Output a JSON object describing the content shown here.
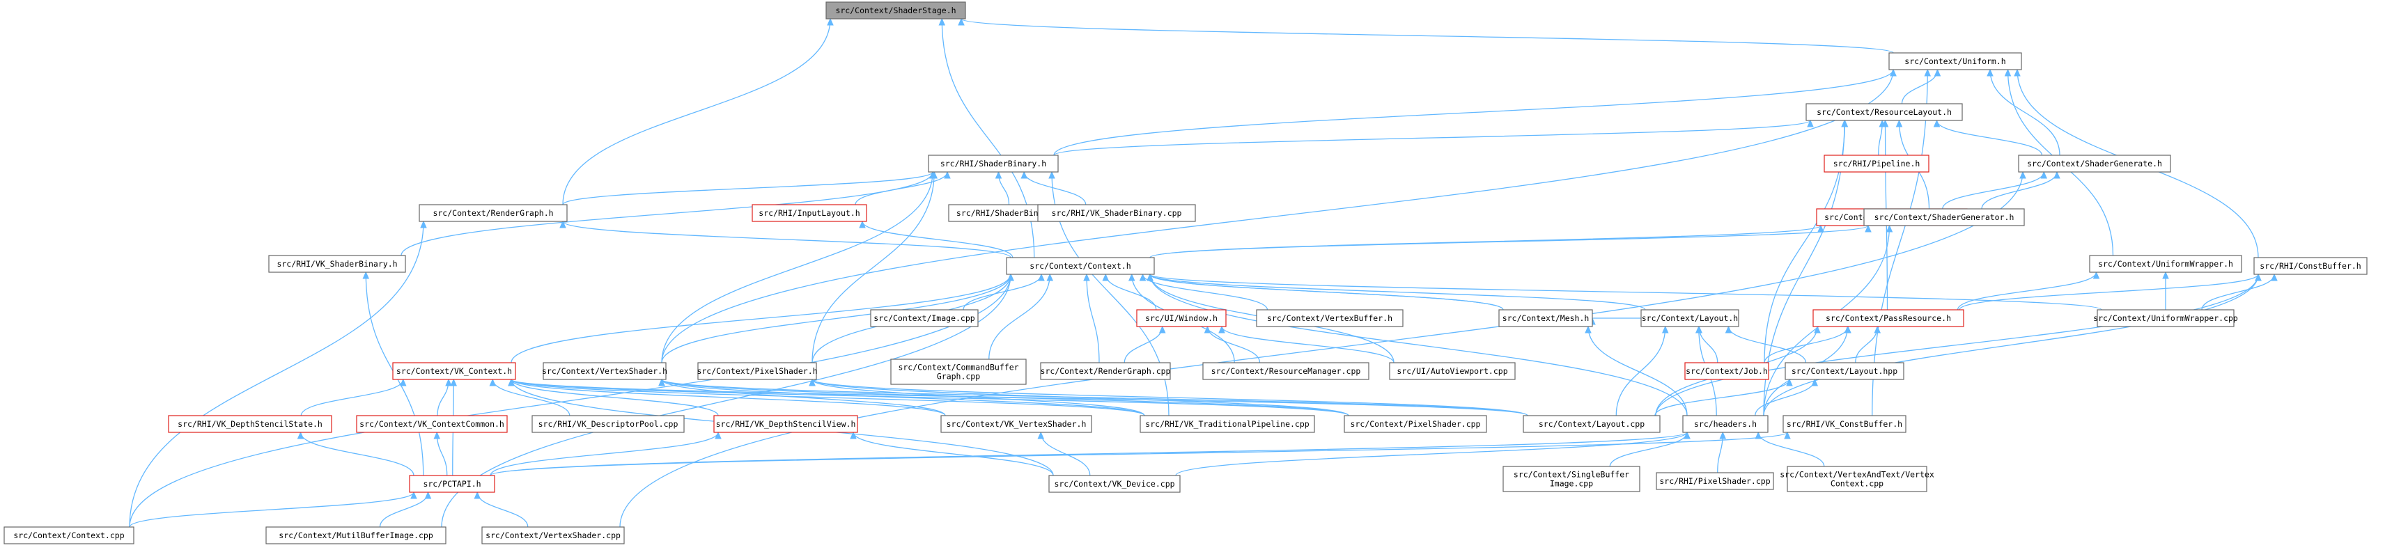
{
  "nodes": [
    {
      "id": "n0",
      "lines": [
        "src/Context/ShaderStage.h"
      ],
      "style": "root"
    },
    {
      "id": "n1",
      "lines": [
        "src/Context/Uniform.h"
      ],
      "style": "normal"
    },
    {
      "id": "n2",
      "lines": [
        "src/Context/ResourceLayout.h"
      ],
      "style": "normal"
    },
    {
      "id": "n3",
      "lines": [
        "src/RHI/ShaderBinary.h"
      ],
      "style": "normal"
    },
    {
      "id": "n4",
      "lines": [
        "src/RHI/Pipeline.h"
      ],
      "style": "red"
    },
    {
      "id": "n5",
      "lines": [
        "src/Context/ShaderGenerate.h"
      ],
      "style": "normal"
    },
    {
      "id": "n6",
      "lines": [
        "src/Context/RenderGraph.h"
      ],
      "style": "normal"
    },
    {
      "id": "n7",
      "lines": [
        "src/RHI/InputLayout.h"
      ],
      "style": "red"
    },
    {
      "id": "n8",
      "lines": [
        "src/RHI/ShaderBinary.cpp"
      ],
      "style": "normal"
    },
    {
      "id": "n9",
      "lines": [
        "src/RHI/VK_ShaderBinary.cpp"
      ],
      "style": "normal"
    },
    {
      "id": "n10",
      "lines": [
        "src/Context/ShaderCompiler.h"
      ],
      "style": "red"
    },
    {
      "id": "n11",
      "lines": [
        "src/Context/ShaderGenerator.h"
      ],
      "style": "normal"
    },
    {
      "id": "n12",
      "lines": [
        "src/RHI/VK_ShaderBinary.h"
      ],
      "style": "normal"
    },
    {
      "id": "n13",
      "lines": [
        "src/Context/Context.h"
      ],
      "style": "normal"
    },
    {
      "id": "n14",
      "lines": [
        "src/Context/UniformWrapper.h"
      ],
      "style": "normal"
    },
    {
      "id": "n15",
      "lines": [
        "src/RHI/ConstBuffer.h"
      ],
      "style": "normal"
    },
    {
      "id": "n16",
      "lines": [
        "src/Context/Image.cpp"
      ],
      "style": "normal"
    },
    {
      "id": "n17",
      "lines": [
        "src/UI/Window.h"
      ],
      "style": "red"
    },
    {
      "id": "n18",
      "lines": [
        "src/Context/VertexBuffer.h"
      ],
      "style": "normal"
    },
    {
      "id": "n19",
      "lines": [
        "src/Context/Mesh.h"
      ],
      "style": "normal"
    },
    {
      "id": "n20",
      "lines": [
        "src/Context/Layout.h"
      ],
      "style": "normal"
    },
    {
      "id": "n21",
      "lines": [
        "src/Context/PassResource.h"
      ],
      "style": "red"
    },
    {
      "id": "n22",
      "lines": [
        "src/Context/UniformWrapper.cpp"
      ],
      "style": "normal"
    },
    {
      "id": "n23",
      "lines": [
        "src/Context/CommandBuffer",
        "Graph.cpp"
      ],
      "style": "normal"
    },
    {
      "id": "n24",
      "lines": [
        "src/Context/RenderGraph.cpp"
      ],
      "style": "normal"
    },
    {
      "id": "n25",
      "lines": [
        "src/Context/ResourceManager.cpp"
      ],
      "style": "normal"
    },
    {
      "id": "n26",
      "lines": [
        "src/UI/AutoViewport.cpp"
      ],
      "style": "normal"
    },
    {
      "id": "n27",
      "lines": [
        "src/Context/VK_Context.h"
      ],
      "style": "red"
    },
    {
      "id": "n28",
      "lines": [
        "src/Context/VertexShader.h"
      ],
      "style": "normal"
    },
    {
      "id": "n29",
      "lines": [
        "src/Context/PixelShader.h"
      ],
      "style": "normal"
    },
    {
      "id": "n30",
      "lines": [
        "src/Context/Job.h"
      ],
      "style": "red"
    },
    {
      "id": "n31",
      "lines": [
        "src/Context/Layout.hpp"
      ],
      "style": "normal"
    },
    {
      "id": "n32",
      "lines": [
        "src/RHI/VK_DepthStencilState.h"
      ],
      "style": "red"
    },
    {
      "id": "n33",
      "lines": [
        "src/Context/VK_ContextCommon.h"
      ],
      "style": "red"
    },
    {
      "id": "n34",
      "lines": [
        "src/RHI/VK_DescriptorPool.cpp"
      ],
      "style": "normal"
    },
    {
      "id": "n35",
      "lines": [
        "src/RHI/VK_DepthStencilView.h"
      ],
      "style": "red"
    },
    {
      "id": "n36",
      "lines": [
        "src/Context/VK_VertexShader.h"
      ],
      "style": "normal"
    },
    {
      "id": "n37",
      "lines": [
        "src/RHI/VK_TraditionalPipeline.cpp"
      ],
      "style": "normal"
    },
    {
      "id": "n38",
      "lines": [
        "src/Context/PixelShader.cpp"
      ],
      "style": "normal"
    },
    {
      "id": "n39",
      "lines": [
        "src/Context/Layout.cpp"
      ],
      "style": "normal"
    },
    {
      "id": "n40",
      "lines": [
        "src/headers.h"
      ],
      "style": "normal"
    },
    {
      "id": "n41",
      "lines": [
        "src/RHI/VK_ConstBuffer.h"
      ],
      "style": "normal"
    },
    {
      "id": "n42",
      "lines": [
        "src/PCTAPI.h"
      ],
      "style": "red"
    },
    {
      "id": "n43",
      "lines": [
        "src/Context/VK_Device.cpp"
      ],
      "style": "normal"
    },
    {
      "id": "n44",
      "lines": [
        "src/Context/SingleBuffer",
        "Image.cpp"
      ],
      "style": "normal"
    },
    {
      "id": "n45",
      "lines": [
        "src/RHI/PixelShader.cpp"
      ],
      "style": "normal"
    },
    {
      "id": "n46",
      "lines": [
        "src/Context/VertexAndText/Vertex",
        "Context.cpp"
      ],
      "style": "normal"
    },
    {
      "id": "n47",
      "lines": [
        "src/Context/Context.cpp"
      ],
      "style": "normal"
    },
    {
      "id": "n48",
      "lines": [
        "src/Context/MutilBufferImage.cpp"
      ],
      "style": "normal"
    },
    {
      "id": "n49",
      "lines": [
        "src/Context/VertexShader.cpp"
      ],
      "style": "normal"
    }
  ],
  "edges": [
    [
      "n1",
      "n0"
    ],
    [
      "n6",
      "n0"
    ],
    [
      "n13",
      "n0"
    ],
    [
      "n2",
      "n1"
    ],
    [
      "n3",
      "n1"
    ],
    [
      "n5",
      "n1"
    ],
    [
      "n14",
      "n1"
    ],
    [
      "n15",
      "n1"
    ],
    [
      "n28",
      "n1"
    ],
    [
      "n41",
      "n1"
    ],
    [
      "n3",
      "n2"
    ],
    [
      "n4",
      "n2"
    ],
    [
      "n5",
      "n2"
    ],
    [
      "n11",
      "n2"
    ],
    [
      "n21",
      "n2"
    ],
    [
      "n30",
      "n2"
    ],
    [
      "n40",
      "n2"
    ],
    [
      "n6",
      "n3"
    ],
    [
      "n7",
      "n3"
    ],
    [
      "n8",
      "n3"
    ],
    [
      "n9",
      "n3"
    ],
    [
      "n12",
      "n3"
    ],
    [
      "n28",
      "n3"
    ],
    [
      "n29",
      "n3"
    ],
    [
      "n37",
      "n3"
    ],
    [
      "n10",
      "n5"
    ],
    [
      "n11",
      "n5"
    ],
    [
      "n49",
      "n5"
    ],
    [
      "n13",
      "n6"
    ],
    [
      "n47",
      "n6"
    ],
    [
      "n13",
      "n7"
    ],
    [
      "n13",
      "n10"
    ],
    [
      "n13",
      "n11"
    ],
    [
      "n40",
      "n11"
    ],
    [
      "n42",
      "n12"
    ],
    [
      "n16",
      "n13"
    ],
    [
      "n17",
      "n13"
    ],
    [
      "n18",
      "n13"
    ],
    [
      "n19",
      "n13"
    ],
    [
      "n20",
      "n13"
    ],
    [
      "n22",
      "n13"
    ],
    [
      "n23",
      "n13"
    ],
    [
      "n24",
      "n13"
    ],
    [
      "n25",
      "n13"
    ],
    [
      "n26",
      "n13"
    ],
    [
      "n27",
      "n13"
    ],
    [
      "n28",
      "n13"
    ],
    [
      "n29",
      "n13"
    ],
    [
      "n40",
      "n13"
    ],
    [
      "n47",
      "n13"
    ],
    [
      "n48",
      "n13"
    ],
    [
      "n21",
      "n14"
    ],
    [
      "n22",
      "n14"
    ],
    [
      "n21",
      "n15"
    ],
    [
      "n22",
      "n15"
    ],
    [
      "n39",
      "n15"
    ],
    [
      "n40",
      "n15"
    ],
    [
      "n24",
      "n17"
    ],
    [
      "n25",
      "n17"
    ],
    [
      "n26",
      "n17"
    ],
    [
      "n20",
      "n19"
    ],
    [
      "n40",
      "n19"
    ],
    [
      "n19",
      "n13"
    ],
    [
      "n30",
      "n20"
    ],
    [
      "n31",
      "n20"
    ],
    [
      "n39",
      "n20"
    ],
    [
      "n40",
      "n20"
    ],
    [
      "n30",
      "n21"
    ],
    [
      "n31",
      "n21"
    ],
    [
      "n39",
      "n21"
    ],
    [
      "n40",
      "n21"
    ],
    [
      "n39",
      "n31"
    ],
    [
      "n40",
      "n31"
    ],
    [
      "n32",
      "n27"
    ],
    [
      "n33",
      "n27"
    ],
    [
      "n34",
      "n27"
    ],
    [
      "n35",
      "n27"
    ],
    [
      "n36",
      "n27"
    ],
    [
      "n37",
      "n27"
    ],
    [
      "n38",
      "n27"
    ],
    [
      "n39",
      "n27"
    ],
    [
      "n42",
      "n27"
    ],
    [
      "n43",
      "n27"
    ],
    [
      "n36",
      "n28"
    ],
    [
      "n37",
      "n28"
    ],
    [
      "n38",
      "n28"
    ],
    [
      "n39",
      "n28"
    ],
    [
      "n37",
      "n29"
    ],
    [
      "n38",
      "n29"
    ],
    [
      "n39",
      "n29"
    ],
    [
      "n42",
      "n32"
    ],
    [
      "n42",
      "n33"
    ],
    [
      "n42",
      "n35"
    ],
    [
      "n43",
      "n35"
    ],
    [
      "n42",
      "n40"
    ],
    [
      "n43",
      "n40"
    ],
    [
      "n44",
      "n40"
    ],
    [
      "n45",
      "n40"
    ],
    [
      "n46",
      "n40"
    ],
    [
      "n42",
      "n41"
    ],
    [
      "n43",
      "n36"
    ],
    [
      "n47",
      "n42"
    ],
    [
      "n48",
      "n42"
    ],
    [
      "n49",
      "n42"
    ]
  ]
}
